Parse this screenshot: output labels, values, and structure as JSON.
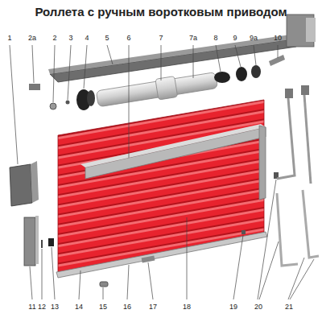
{
  "diagram": {
    "title": "Роллета с ручным воротковым приводом",
    "labels": [
      "1",
      "2a",
      "2",
      "3",
      "4",
      "5",
      "6",
      "7",
      "7a",
      "8",
      "9",
      "9a",
      "10",
      "11",
      "12",
      "13",
      "14",
      "15",
      "16",
      "17",
      "18",
      "19",
      "20",
      "21"
    ]
  }
}
